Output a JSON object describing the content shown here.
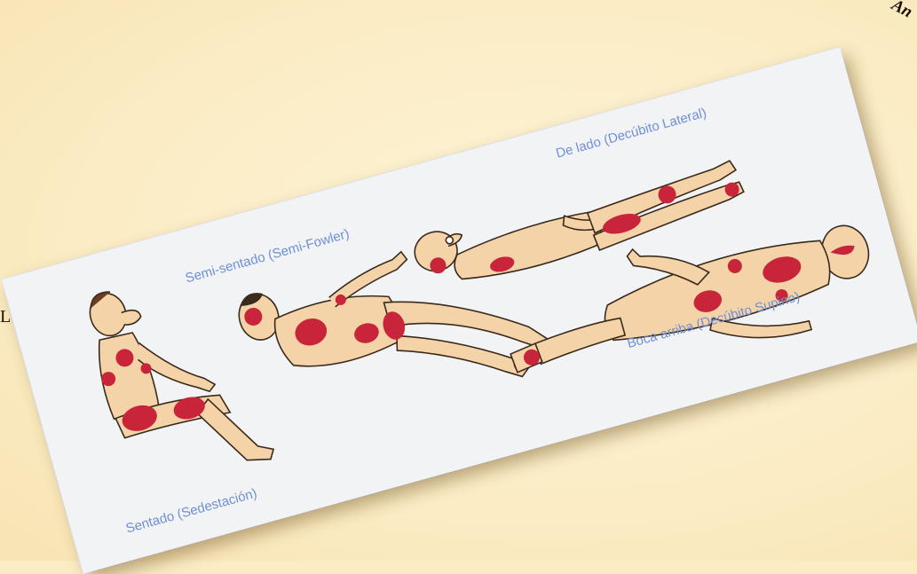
{
  "captions": {
    "sentado": "Sentado (Sedestación)",
    "semi_fowler": "Semi-sentado (Semi-Fowler)",
    "lateral": "De lado (Decúbito Lateral)",
    "supino": "Boca arriba (Decúbito Supino)"
  },
  "page": {
    "left_letter": "L",
    "corner_text": "An"
  },
  "colors": {
    "background": "#fbecc4",
    "card": "#f2f3f5",
    "caption": "#6f8fd6",
    "skin": "#f5d3a8",
    "outline": "#3a2a1c",
    "pressure_zone": "#c8243a"
  }
}
